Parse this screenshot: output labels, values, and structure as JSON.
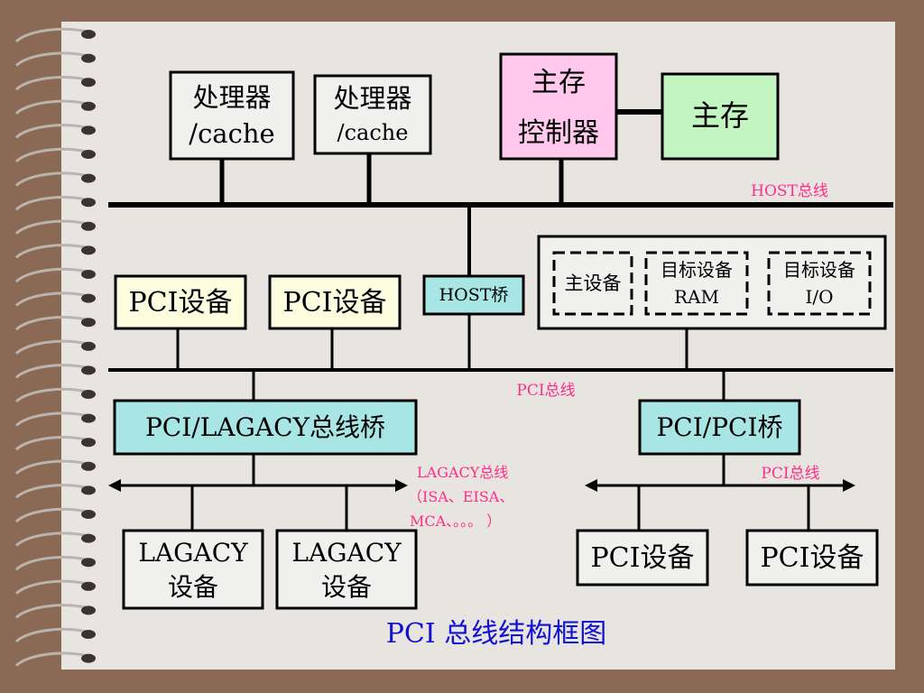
{
  "colors": {
    "background": "#8b6a55",
    "paper": "#e8e4e0",
    "box_white": "#f0f0ee",
    "box_pink": "#ffc8ec",
    "box_green": "#c3f5c1",
    "box_cyan": "#a8e6e6",
    "box_yellow": "#fdfde0",
    "bus_label": "#ff2d8a",
    "caption": "#1010d0"
  },
  "nodes": {
    "cpu1": {
      "line1": "处理器",
      "line2": "/cache"
    },
    "cpu2": {
      "line1": "处理器",
      "line2": "/cache"
    },
    "mem_ctrl": {
      "line1": "主存",
      "line2": "控制器"
    },
    "main_mem": {
      "label": "主存"
    },
    "host_bridge": {
      "label": "HOST桥"
    },
    "pci_dev_1": {
      "label": "PCI设备"
    },
    "pci_dev_2": {
      "label": "PCI设备"
    },
    "master_dev": {
      "label": "主设备"
    },
    "target_ram": {
      "line1": "目标设备",
      "line2": "RAM"
    },
    "target_io": {
      "line1": "目标设备",
      "line2": "I/O"
    },
    "legacy_bridge": {
      "label": "PCI/LAGACY总线桥"
    },
    "pci_pci_bridge": {
      "label": "PCI/PCI桥"
    },
    "legacy_dev_1": {
      "line1": "LAGACY",
      "line2": "设备"
    },
    "legacy_dev_2": {
      "line1": "LAGACY",
      "line2": "设备"
    },
    "pci_dev_3": {
      "label": "PCI设备"
    },
    "pci_dev_4": {
      "label": "PCI设备"
    }
  },
  "buses": {
    "host_bus": "HOST总线",
    "pci_bus": "PCI总线",
    "legacy_bus_line1": "LAGACY总线",
    "legacy_bus_line2": "（ISA、EISA、",
    "legacy_bus_line3": "MCA、。。。 ）",
    "pci_bus_2": "PCI总线"
  },
  "caption": "PCI 总线结构框图"
}
